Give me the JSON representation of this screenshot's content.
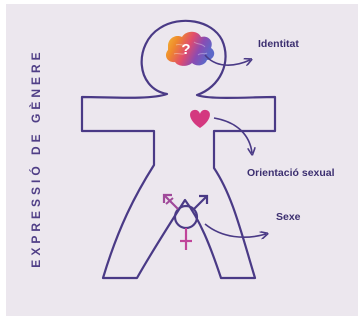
{
  "title": "EXPRESSIÓ DE GÈNERE",
  "labels": {
    "identity": "Identitat",
    "orientation": "Orientació sexual",
    "sex": "Sexe"
  },
  "brain_symbol": "?",
  "icons": {
    "brain": "rainbow-brain-icon",
    "heart": "heart-icon",
    "sex_symbols": "gender-symbols-icon"
  },
  "colors": {
    "background": "#ece7ee",
    "outline": "#4a3a86",
    "heart": "#d4387f",
    "label_text": "#3c2f70"
  }
}
